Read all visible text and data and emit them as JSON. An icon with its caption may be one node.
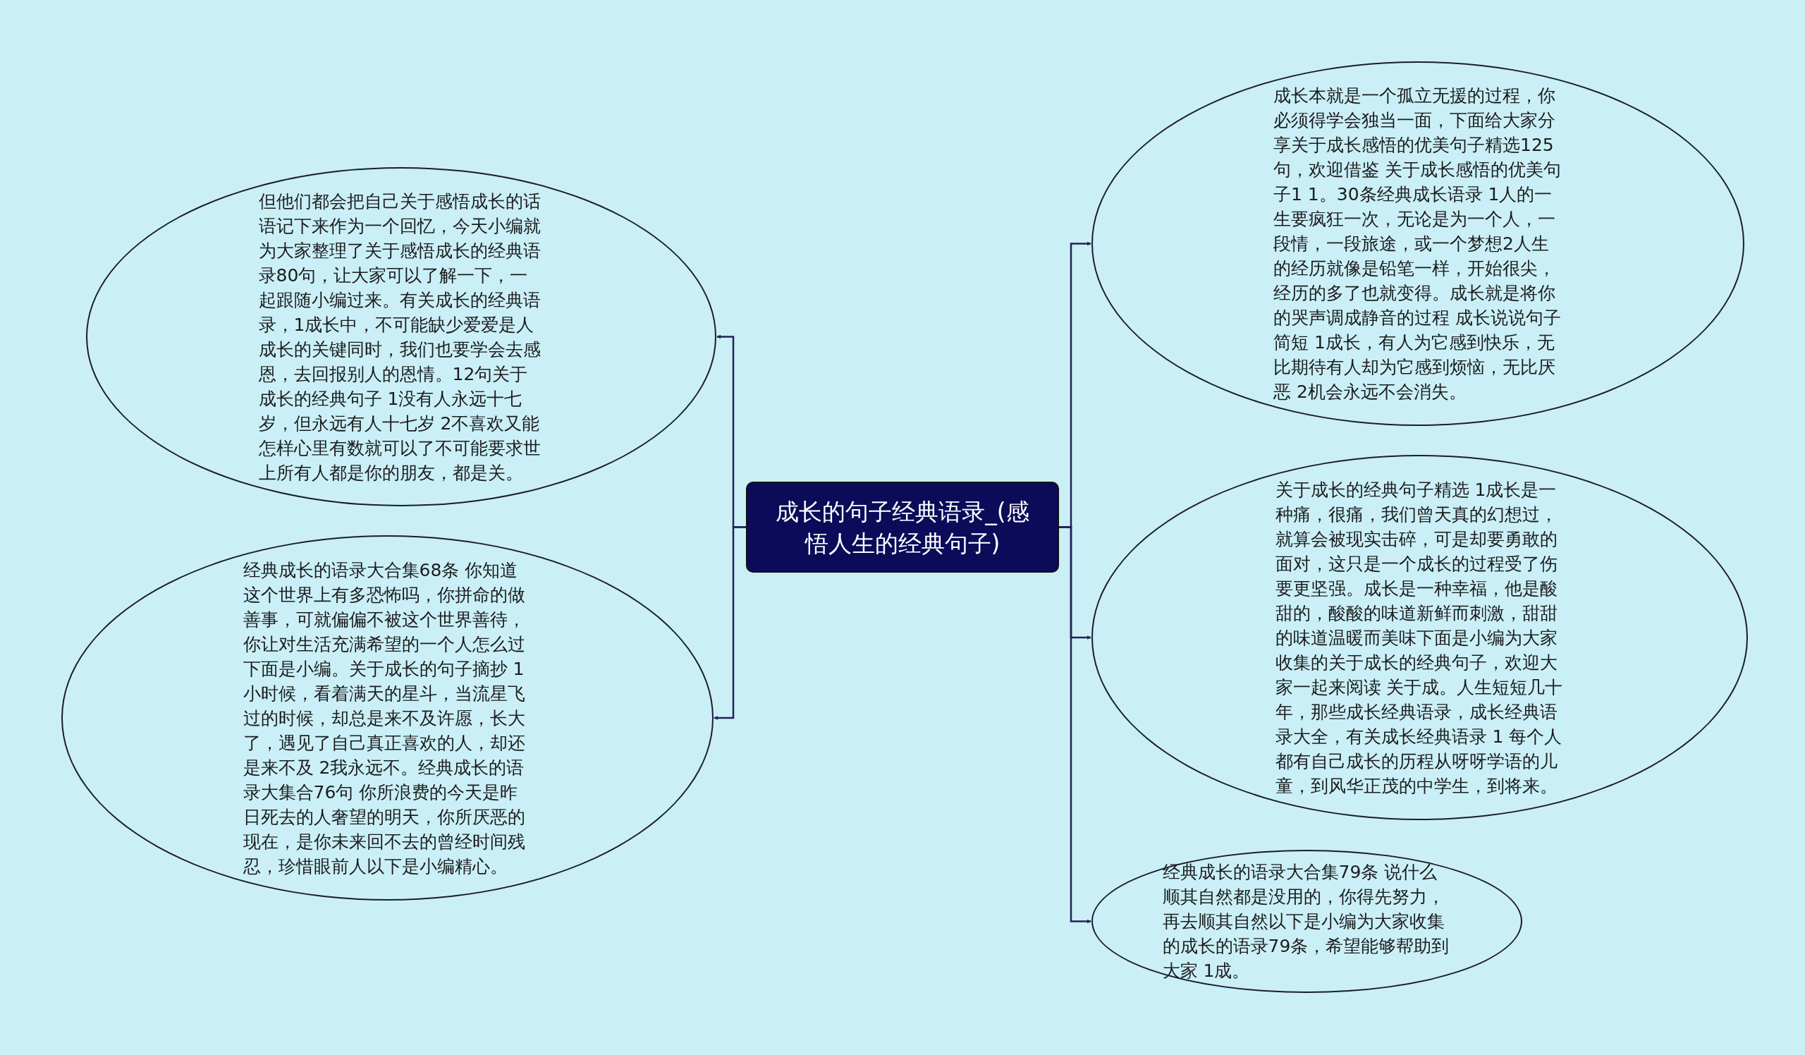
{
  "diagram": {
    "nodes": [
      {
        "text": [
          "成长的句子经典语录_(感悟人生的经典句子)"
        ]
      },
      {
        "text": [
          "但他们都会把自己关于感悟成长的话语记下来作为一个回忆，今天小编就为大家整理了关于感悟成长的经典语录80句，让大家可以了解一下，一起跟随小编过来。有关成长的经典语录，1成长中，不可能缺少爱爱是人成长的关键同时，我们也要学会去感恩，去回报别人的恩情。12句关于成长的经典句子 1没有人永远十七岁，但永远有人十七岁 2不喜欢又能怎样心里有数就可以了不可能要求世上所有人都是你的朋友，都是关。"
        ]
      },
      {
        "text": [
          "经典成长的语录大合集68条 你知道这个世界上有多恐怖吗，你拼命的做善事，可就偏偏不被这个世界善待，你让对生活充满希望的一个人怎么过下面是小编。关于成长的句子摘抄 1小时候，看着满天的星斗，当流星飞过的时候，却总是来不及许愿，长大了，遇见了自己真正喜欢的人，却还是来不及 2我永远不。经典成长的语录大集合76句 你所浪费的今天是昨日死去的人奢望的明天，你所厌恶的现在，是你未来回不去的曾经时间残忍，珍惜眼前人以下是小编精心。"
        ]
      },
      {
        "text": [
          "成长本就是一个孤立无援的过程，你必须得学会独当一面，下面给大家分享关于成长感悟的优美句子精选125句，欢迎借鉴 关于成长感悟的优美句子1 1。30条经典成长语录 1人的一生要疯狂一次，无论是为一个人，一段情，一段旅途，或一个梦想2人生的经历就像是铅笔一样，开始很尖，经历的多了也就变得。成长就是将你的哭声调成静音的过程 成长说说句子简短 1成长，有人为它感到快乐，无比期待有人却为它感到烦恼，无比厌恶 2机会永远不会消失。"
        ]
      },
      {
        "text": [
          "关于成长的经典句子精选 1成长是一种痛，很痛，我们曾天真的幻想过，就算会被现实击碎，可是却要勇敢的面对，这只是一个成长的过程受了伤要更坚强。成长是一种幸福，他是酸甜的，酸酸的味道新鲜而刺激，甜甜的味道温暖而美味下面是小编为大家收集的关于成长的经典句子，欢迎大家一起来阅读 关于成。人生短短几十年，那些成长经典语录，成长经典语录大全，有关成长经典语录 1 每个人都有自己成长的历程从呀呀学语的儿童，到风华正茂的中学生，到将来。"
        ]
      },
      {
        "text": [
          "经典成长的语录大合集79条 说什么顺其自然都是没用的，你得先努力，再去顺其自然以下是小编为大家收集的成长的语录79条，希望能够帮助到大家 1成。"
        ]
      }
    ],
    "edges": [
      {
        "from": 0,
        "to": 1,
        "arrow": "to"
      },
      {
        "from": 0,
        "to": 2,
        "arrow": "to"
      },
      {
        "from": 0,
        "to": 3,
        "arrow": "to"
      },
      {
        "from": 0,
        "to": 4,
        "arrow": "to"
      },
      {
        "from": 0,
        "to": 5,
        "arrow": "to"
      }
    ]
  }
}
